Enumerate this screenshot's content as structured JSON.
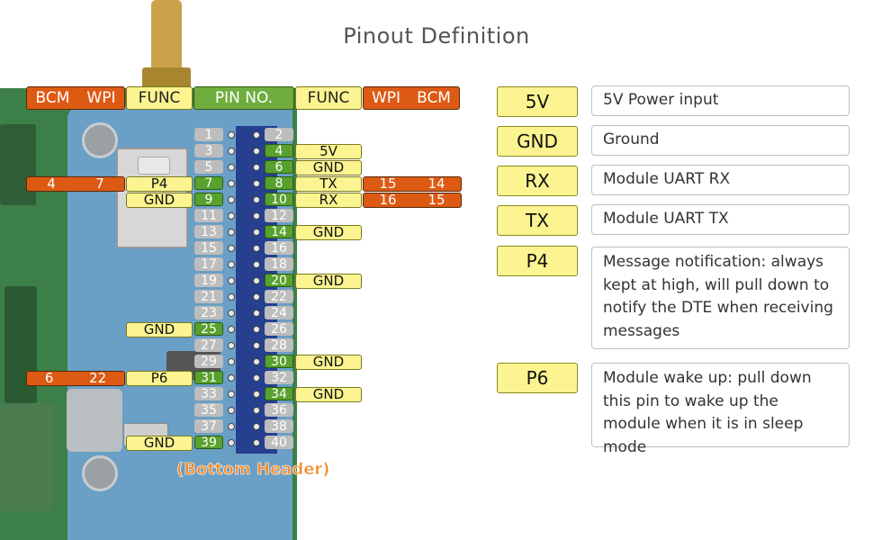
{
  "title": "Pinout Definition",
  "header_cols": {
    "left": [
      "BCM",
      "WPI",
      "FUNC",
      "PIN NO."
    ],
    "right": [
      "FUNC",
      "WPI",
      "BCM"
    ]
  },
  "pins": [
    [
      "1",
      "2"
    ],
    [
      "3",
      "4"
    ],
    [
      "5",
      "6"
    ],
    [
      "7",
      "8"
    ],
    [
      "9",
      "10"
    ],
    [
      "11",
      "12"
    ],
    [
      "13",
      "14"
    ],
    [
      "15",
      "16"
    ],
    [
      "17",
      "18"
    ],
    [
      "19",
      "20"
    ],
    [
      "21",
      "22"
    ],
    [
      "23",
      "24"
    ],
    [
      "25",
      "26"
    ],
    [
      "27",
      "28"
    ],
    [
      "29",
      "30"
    ],
    [
      "31",
      "32"
    ],
    [
      "33",
      "34"
    ],
    [
      "35",
      "36"
    ],
    [
      "37",
      "38"
    ],
    [
      "39",
      "40"
    ]
  ],
  "left_labels": {
    "p7": {
      "func": "P4",
      "wpi": "7",
      "bcm": "4"
    },
    "p9": {
      "func": "GND"
    },
    "p25": {
      "func": "GND"
    },
    "p31": {
      "func": "P6",
      "wpi": "22",
      "bcm": "6"
    },
    "p39": {
      "func": "GND"
    }
  },
  "right_labels": {
    "p4": {
      "func": "5V"
    },
    "p6": {
      "func": "GND"
    },
    "p8": {
      "func": "TX",
      "wpi": "15",
      "bcm": "14"
    },
    "p10": {
      "func": "RX",
      "wpi": "16",
      "bcm": "15"
    },
    "p14": {
      "func": "GND"
    },
    "p20": {
      "func": "GND"
    },
    "p30": {
      "func": "GND"
    },
    "p34": {
      "func": "GND"
    }
  },
  "bottom_label": "(Bottom Header)",
  "legend": [
    {
      "key": "5V",
      "desc": "5V Power input"
    },
    {
      "key": "GND",
      "desc": "Ground"
    },
    {
      "key": "RX",
      "desc": "Module UART RX"
    },
    {
      "key": "TX",
      "desc": "Module UART TX"
    },
    {
      "key": "P4",
      "desc": "Message notification: always kept at high, will pull down to notify the DTE when receiving messages"
    },
    {
      "key": "P6",
      "desc": "Module wake up: pull down this pin to wake up the module when it is in sleep mode"
    }
  ],
  "colors": {
    "bcm_wpi": "#dd5a14",
    "func": "#fbf490",
    "pin_active": "#58a12e",
    "pin_inactive": "#bdbdbd"
  }
}
